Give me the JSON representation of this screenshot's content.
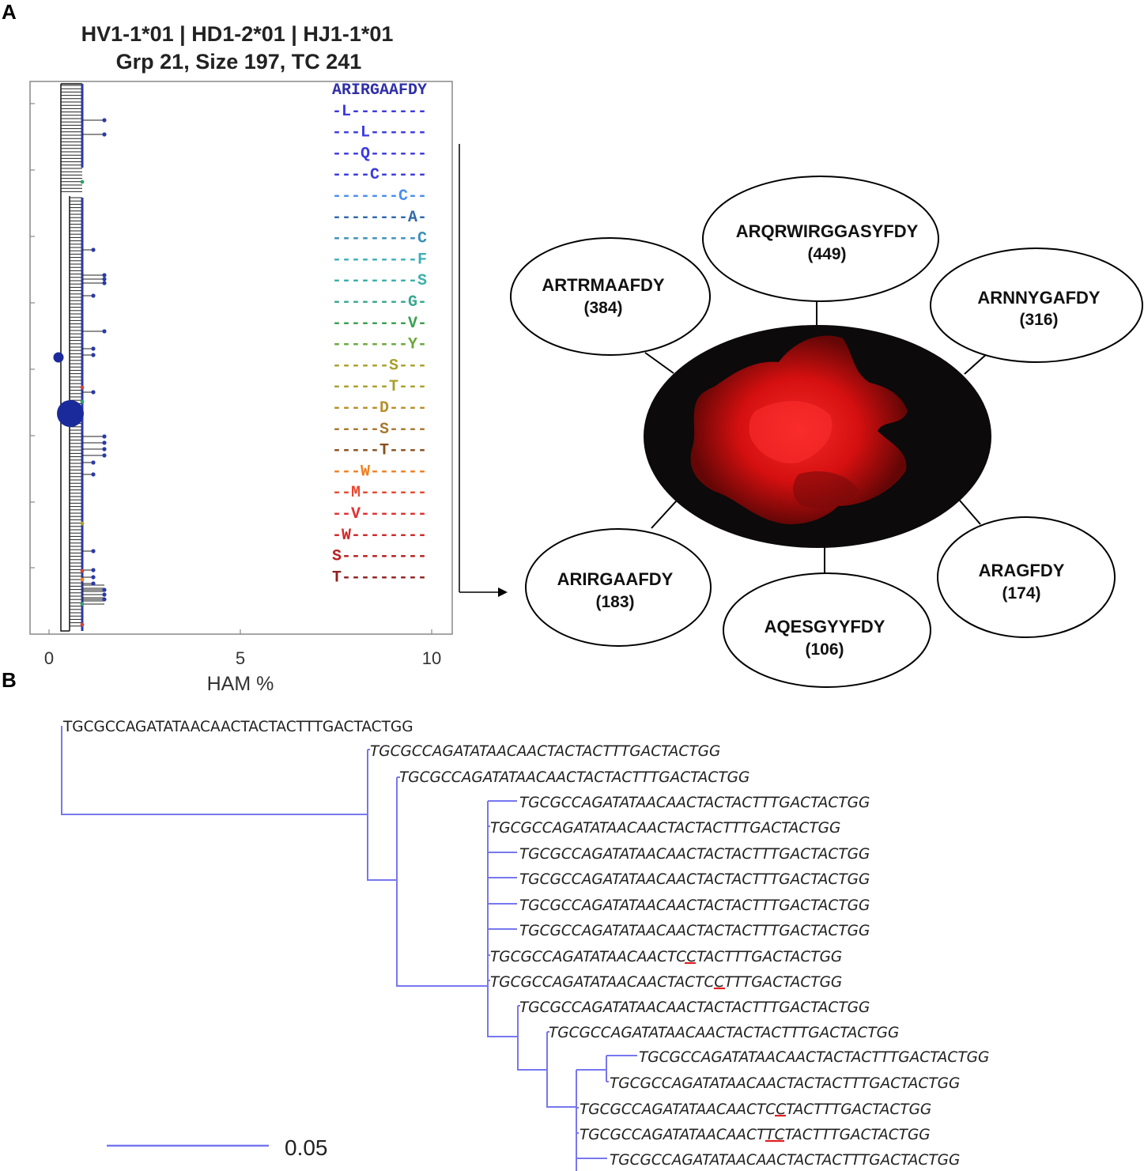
{
  "panel_a": {
    "letter": "A",
    "title_line1": "HV1-1*01 | HD1-2*01 | HJ1-1*01",
    "title_line2": "Grp 21, Size 197, TC 241",
    "x_ticks": [
      "0",
      "5",
      "10"
    ],
    "x_label": "HAM %",
    "sequence_variants": [
      {
        "text": "ARIRGAAFDY",
        "color": "#2f2fa8"
      },
      {
        "text": "-L--------",
        "color": "#3a3ae0"
      },
      {
        "text": "---L------",
        "color": "#3a3ae0"
      },
      {
        "text": "---Q------",
        "color": "#3a3ae0"
      },
      {
        "text": "----C-----",
        "color": "#3a3ae0"
      },
      {
        "text": "-------C--",
        "color": "#4b8ef0"
      },
      {
        "text": "--------A-",
        "color": "#2f6aa8"
      },
      {
        "text": "---------C",
        "color": "#3c8fb8"
      },
      {
        "text": "---------F",
        "color": "#3cb0b8"
      },
      {
        "text": "---------S",
        "color": "#3aafa8"
      },
      {
        "text": "--------G-",
        "color": "#3aa890"
      },
      {
        "text": "--------V-",
        "color": "#3aa050"
      },
      {
        "text": "--------Y-",
        "color": "#6aa83a"
      },
      {
        "text": "------S---",
        "color": "#a8a02a"
      },
      {
        "text": "------T---",
        "color": "#a8a02a"
      },
      {
        "text": "-----D----",
        "color": "#b8902a"
      },
      {
        "text": "-----S----",
        "color": "#a87830"
      },
      {
        "text": "-----T----",
        "color": "#8a5020"
      },
      {
        "text": "---W------",
        "color": "#f08020"
      },
      {
        "text": "--M-------",
        "color": "#e84830"
      },
      {
        "text": "--V-------",
        "color": "#e03030"
      },
      {
        "text": "-W--------",
        "color": "#d02a2a"
      },
      {
        "text": "S---------",
        "color": "#b82020"
      },
      {
        "text": "T---------",
        "color": "#902020"
      }
    ]
  },
  "ellipses": [
    {
      "name": "ARQRWIRGGASYFDY",
      "count": "(449)"
    },
    {
      "name": "ARTRMAAFDY",
      "count": "(384)"
    },
    {
      "name": "ARNNYGAFDY",
      "count": "(316)"
    },
    {
      "name": "ARIRGAAFDY",
      "count": "(183)"
    },
    {
      "name": "ARAGFDY",
      "count": "(174)"
    },
    {
      "name": "AQESGYYFDY",
      "count": "(106)"
    }
  ],
  "panel_b": {
    "letter": "B",
    "tree_sequences": [
      "TGCGCCAGATATAACAACTACTACTTTGACTACTGG",
      "TGCGCCAGATATAACAACTACTACTTTGACTACTGG",
      "TGCGCCAGATATAACAACTACTACTTTGACTACTGG",
      "TGCGCCAGATATAACAACTACTACTTTGACTACTGG",
      "TGCGCCAGATATAACAACTACTACTTTGACTACTGG",
      "TGCGCCAGATATAACAACTACTACTTTGACTACTGG",
      "TGCGCCAGATATAACAACTACTACTTTGACTACTGG",
      "TGCGCCAGATATAACAACTACTACTTTGACTACTGG",
      "TGCGCCAGATATAACAACTACTACTTTGACTACTGG",
      "TGCGCCAGATATAACAACTCCTACTTTGACTACTGG",
      "TGCGCCAGATATAACAACTACTCCTTTGACTACTGG",
      "TGCGCCAGATATAACAACTACTACTTTGACTACTGG",
      "TGCGCCAGATATAACAACTACTACTTTGACTACTGG",
      "TGCGCCAGATATAACAACTACTACTTTGACTACTGG",
      "TGCGCCAGATATAACAACTACTACTTTGACTACTGG",
      "TGCGCCAGATATAACAACTCCTACTTTGACTACTGG",
      "TGCGCCAGATATAACAACTTCTACTTTGACTACTGG",
      "TGCGCCAGATATAACAACTACTACTTTGACTACTGG"
    ],
    "scale_label": "0.05",
    "branch_color": "#7777f0",
    "mutation_mark_color": "#e02020"
  }
}
